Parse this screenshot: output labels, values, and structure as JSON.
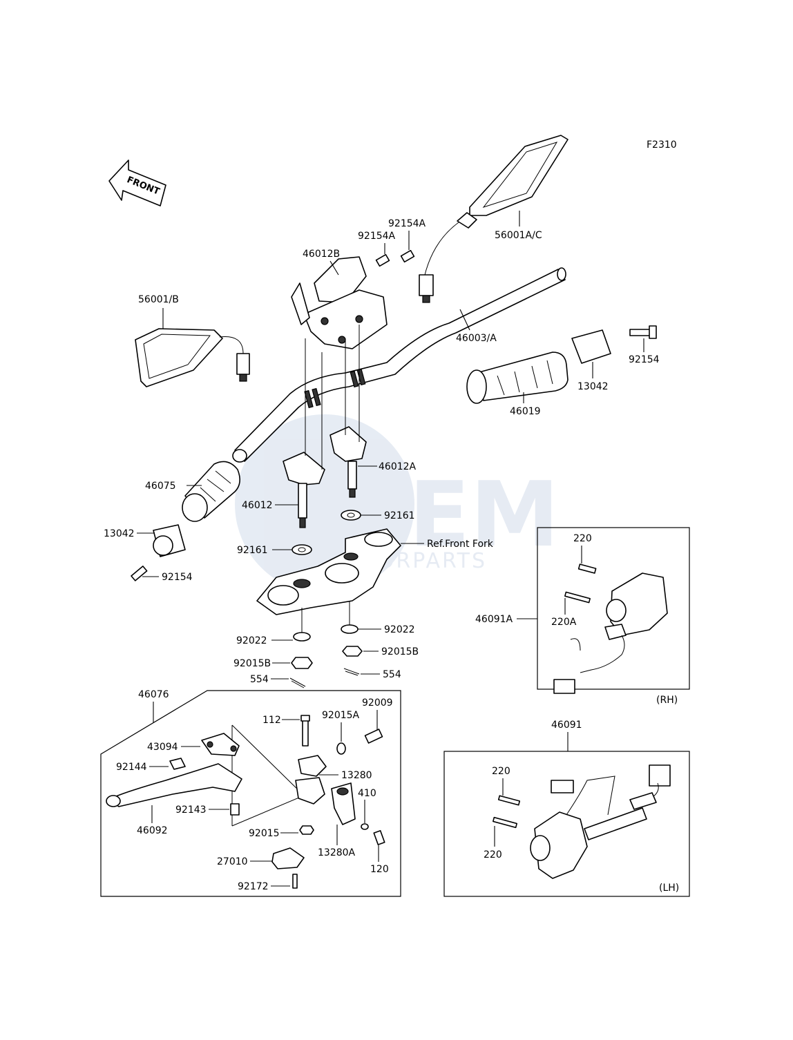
{
  "figure_code": "F2310",
  "front_arrow": "FRONT",
  "watermark": {
    "brand": "GEM",
    "sub": "MOTORPARTS",
    "color": "#9db4d6"
  },
  "labels": {
    "mirror_right": "56001A/C",
    "mirror_left": "56001/B",
    "holder_upper": "46012B",
    "bolt_a1": "92154A",
    "bolt_a2": "92154A",
    "handlebar": "46003/A",
    "bolt_r": "92154",
    "weight_r": "13042",
    "grip_r": "46019",
    "grip_l": "46075",
    "holder_r": "46012A",
    "holder_l": "46012",
    "washer_r": "92161",
    "washer_l": "92161",
    "weight_l": "13042",
    "bolt_l": "92154",
    "ref_fork": "Ref.Front Fork",
    "washer_bl": "92022",
    "washer_br": "92022",
    "nut_l": "92015B",
    "nut_r": "92015B",
    "pin_l": "554",
    "pin_r": "554",
    "lever_assy": "46076",
    "bolt_112": "112",
    "bolt_92009": "92009",
    "washer_92015a": "92015A",
    "p43094": "43094",
    "spring": "92144",
    "clamp": "13280",
    "p410": "410",
    "collar": "92143",
    "lever": "46092",
    "nut_92015": "92015",
    "bracket": "13280A",
    "screw_120": "120",
    "switch_27010": "27010",
    "screw_92172": "92172",
    "sw_rh_220": "220",
    "sw_rh_assy": "46091A",
    "sw_rh_220a": "220A",
    "rh": "(RH)",
    "sw_lh_assy": "46091",
    "sw_lh_220a": "220",
    "sw_lh_220b": "220",
    "lh": "(LH)"
  }
}
